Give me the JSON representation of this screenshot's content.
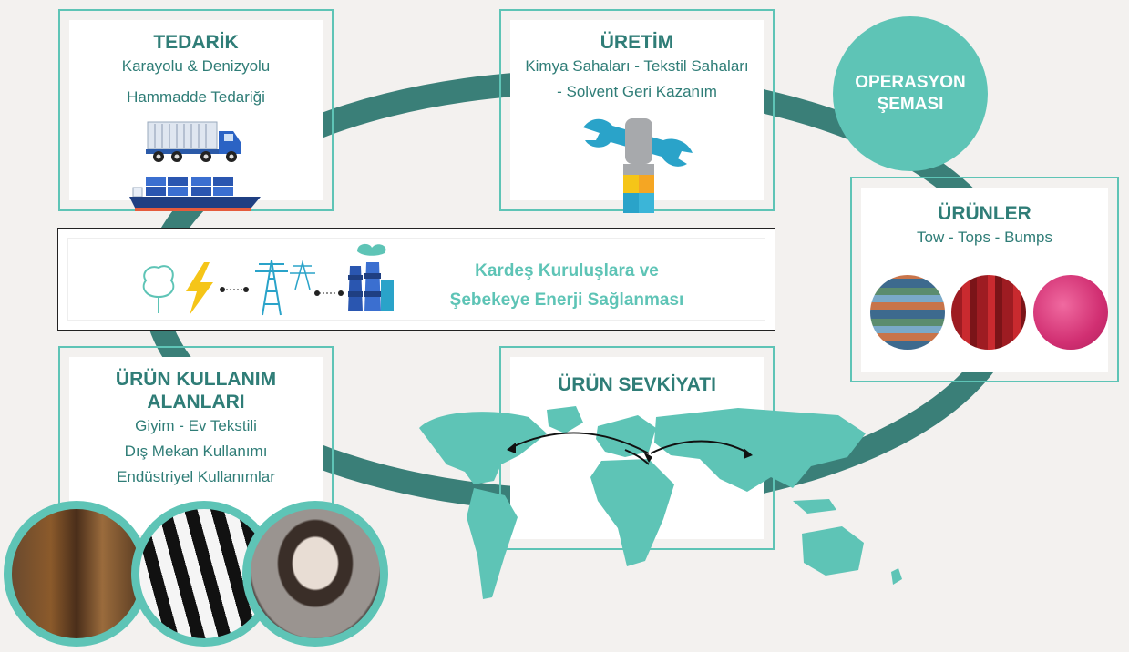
{
  "badge": {
    "line1": "OPERASYON",
    "line2": "ŞEMASI"
  },
  "tedarik": {
    "title": "TEDARİK",
    "line1": "Karayolu & Denizyolu",
    "line2": "Hammadde Tedariği",
    "icons": [
      "truck-icon",
      "ship-icon"
    ]
  },
  "uretim": {
    "title": "ÜRETİM",
    "line1": "Kimya Sahaları - Tekstil Sahaları",
    "line2": "- Solvent Geri Kazanım",
    "icons": [
      "wrench-hand-icon"
    ]
  },
  "urunler": {
    "title": "ÜRÜNLER",
    "line1": "Tow - Tops - Bumps",
    "images": [
      "tow-image",
      "tops-image",
      "bumps-image"
    ]
  },
  "energy": {
    "line1": "Kardeş Kuruluşlara ve",
    "line2": "Şebekeye Enerji Sağlanması",
    "icons": [
      "tree-icon",
      "lightning-icon",
      "power-tower-icon",
      "factory-icon"
    ]
  },
  "kullanim": {
    "title_line1": "ÜRÜN KULLANIM",
    "title_line2": "ALANLARI",
    "line1": "Giyim - Ev Tekstili",
    "line2": "Dış Mekan Kullanımı",
    "line3": "Endüstriyel Kullanımlar",
    "images": [
      "curtain-image",
      "awning-image",
      "fur-collar-image"
    ]
  },
  "sevkiyat": {
    "title": "ÜRÜN SEVKİYATI",
    "icons": [
      "world-map-icon"
    ]
  },
  "colors": {
    "teal": "#5ec4b6",
    "dark_teal": "#2f7d77",
    "ring": "#3a7f78",
    "accent_yellow": "#f5c518"
  }
}
